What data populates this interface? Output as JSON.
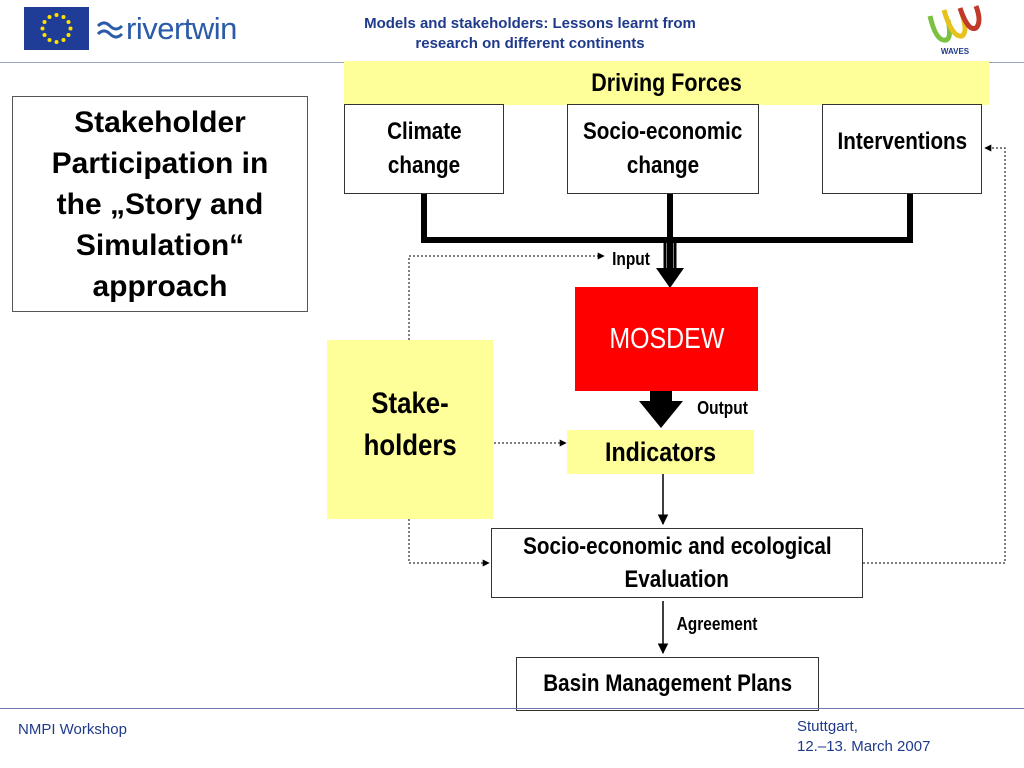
{
  "header": {
    "brand": "rivertwin",
    "title_line1": "Models and stakeholders: Lessons learnt from",
    "title_line2": "research on different continents",
    "waves_logo_text": "WAVES",
    "colors": {
      "eu_blue": "#1f3c96",
      "eu_star": "#ffe100",
      "title": "#1f3a8a"
    }
  },
  "side_box": {
    "line1": "Stakeholder",
    "line2": "Participation in",
    "line3": "the „Story and",
    "line4": "Simulation“",
    "line5": "approach"
  },
  "diagram": {
    "driving_forces": "Driving Forces",
    "climate_line1": "Climate",
    "climate_line2": "change",
    "socio_line1": "Socio-economic",
    "socio_line2": "change",
    "interventions": "Interventions",
    "input_label": "Input",
    "model": "MOSDEW",
    "output_label": "Output",
    "stake_line1": "Stake-",
    "stake_line2": "holders",
    "indicators": "Indicators",
    "eval_line1": "Socio-economic and ecological",
    "eval_line2": "Evaluation",
    "agreement_label": "Agreement",
    "plans": "Basin Management Plans",
    "colors": {
      "model_red": "#ff0000",
      "highlight_yellow": "#ffff99",
      "box_border": "#333333"
    }
  },
  "footer": {
    "left": "NMPI Workshop",
    "right_line1": "Stuttgart,",
    "right_line2": "12.–13. March 2007"
  }
}
